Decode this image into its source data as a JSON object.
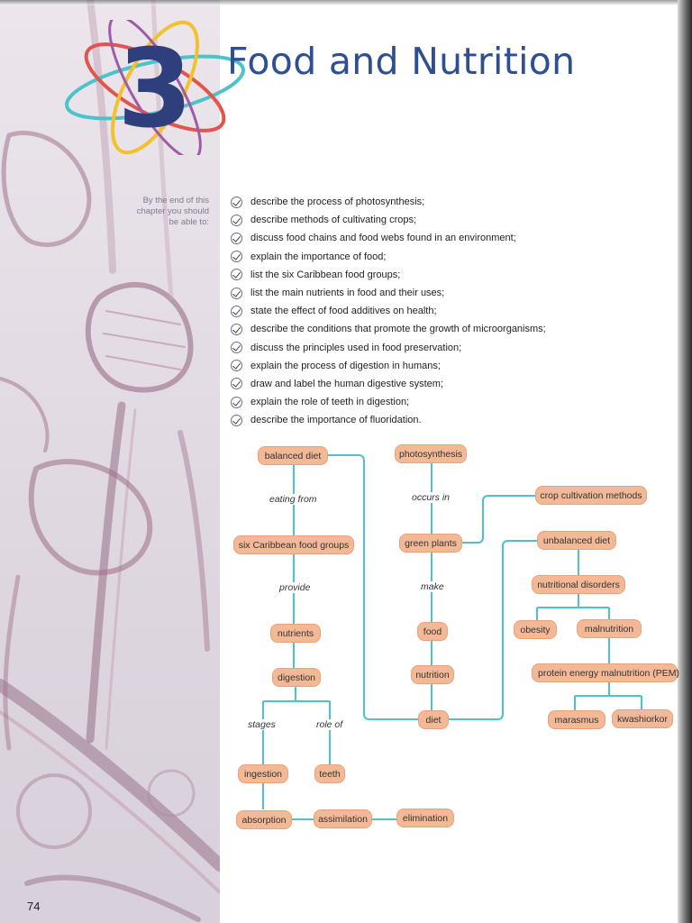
{
  "chapter": {
    "number": "3",
    "title": "Food and Nutrition"
  },
  "objectives": {
    "intro": "By the end of this chapter you should be able to:",
    "items": [
      "describe the process of photosynthesis;",
      "describe methods of cultivating crops;",
      "discuss food chains and food webs found in an environment;",
      "explain the importance of food;",
      "list the six Caribbean food groups;",
      "list the main nutrients in food and their uses;",
      "state the effect of food additives on health;",
      "describe the conditions that promote the growth of microorganisms;",
      "discuss the principles used in food preservation;",
      "explain the process of digestion in humans;",
      "draw and label the human digestive system;",
      "explain the role of teeth in digestion;",
      "describe the importance of fluoridation."
    ]
  },
  "concept_map": {
    "nodes": {
      "balanced_diet": "balanced diet",
      "six_groups": "six Caribbean food groups",
      "nutrients": "nutrients",
      "digestion": "digestion",
      "ingestion": "ingestion",
      "absorption": "absorption",
      "assimilation": "assimilation",
      "elimination": "elimination",
      "teeth": "teeth",
      "photosynthesis": "photosynthesis",
      "green_plants": "green plants",
      "food": "food",
      "nutrition": "nutrition",
      "diet": "diet",
      "crop_cultivation": "crop cultivation methods",
      "unbalanced_diet": "unbalanced diet",
      "nutritional_disorders": "nutritional disorders",
      "obesity": "obesity",
      "malnutrition": "malnutrition",
      "pem": "protein energy malnutrition (PEM)",
      "marasmus": "marasmus",
      "kwashiorkor": "kwashiorkor"
    },
    "links": {
      "eating_from": "eating from",
      "provide": "provide",
      "stages": "stages",
      "role_of": "role of",
      "occurs_in": "occurs in",
      "make": "make"
    },
    "line_color": "#4cc3c8",
    "node_color": "#f3b997"
  },
  "page_number": "74"
}
